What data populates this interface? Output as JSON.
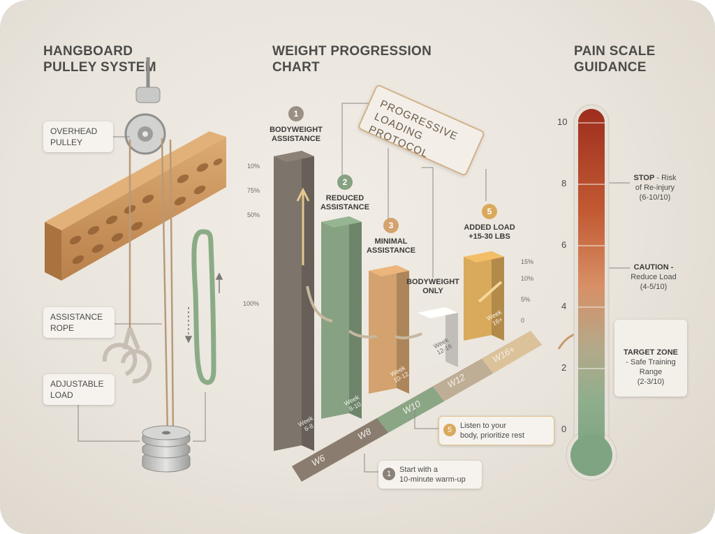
{
  "sections": {
    "pulley_title_1": "HANGBOARD",
    "pulley_title_2": "PULLEY SYSTEM",
    "chart_title_1": "WEIGHT PROGRESSION",
    "chart_title_2": "CHART",
    "pain_title_1": "PAIN SCALE",
    "pain_title_2": "GUIDANCE"
  },
  "pulley": {
    "overhead_1": "OVERHEAD",
    "overhead_2": "PULLEY",
    "rope_1": "ASSISTANCE",
    "rope_2": "ROPE",
    "load_1": "ADJUSTABLE",
    "load_2": "LOAD"
  },
  "protocol": {
    "line1": "PROGRESSIVE",
    "line2": "LOADING PROTOCOL"
  },
  "chart_data": {
    "type": "bar",
    "stages": [
      {
        "num": "1",
        "label_1": "BODYWEIGHT",
        "label_2": "ASSISTANCE",
        "week_1": "Week",
        "week_2": "6-8",
        "color": "#7d746b"
      },
      {
        "num": "2",
        "label_1": "REDUCED",
        "label_2": "ASSISTANCE",
        "week_1": "Week",
        "week_2": "8-10",
        "color": "#86a282"
      },
      {
        "num": "3",
        "label_1": "MINIMAL",
        "label_2": "ASSISTANCE",
        "week_1": "Week",
        "week_2": "10-12",
        "color": "#d3a26e"
      },
      {
        "num": "",
        "label_1": "BODYWEIGHT",
        "label_2": "ONLY",
        "week_1": "Week",
        "week_2": "12-16",
        "color": "#ebe8e2"
      },
      {
        "num": "5",
        "label_1": "ADDED LOAD",
        "label_2": "+15-30 LBS",
        "week_1": "Week",
        "week_2": "16+",
        "color": "#d9aa5c"
      }
    ],
    "left_ticks": [
      "10%",
      "75%",
      "50%",
      "100%"
    ],
    "right_ticks": [
      "15%",
      "10%",
      "5%",
      "0"
    ],
    "timeline": [
      "W6",
      "W8",
      "W10",
      "W12",
      "W16+"
    ]
  },
  "notes": {
    "rest_num": "5",
    "rest_1": "Listen to your",
    "rest_2": "body, prioritize rest",
    "warm_num": "1",
    "warm_1": "Start with a",
    "warm_2": "10-minute warm-up"
  },
  "pain": {
    "scale": [
      "10",
      "8",
      "6",
      "4",
      "2",
      "0"
    ],
    "stop_bold": "STOP",
    "stop_rest": " - Risk",
    "stop_2": "of Re-injury",
    "stop_3": "(6-10/10)",
    "caution_bold": "CAUTION -",
    "caution_2": "Reduce Load",
    "caution_3": "(4-5/10)",
    "target_bold": "TARGET ZONE",
    "target_2": "- Safe Training",
    "target_3": "Range",
    "target_4": "(2-3/10)"
  },
  "colors": {
    "stop": "#b3452a",
    "caution": "#cf7f4a",
    "target": "#7fa482",
    "wood": "#c98e56",
    "band": "#8aab86"
  }
}
